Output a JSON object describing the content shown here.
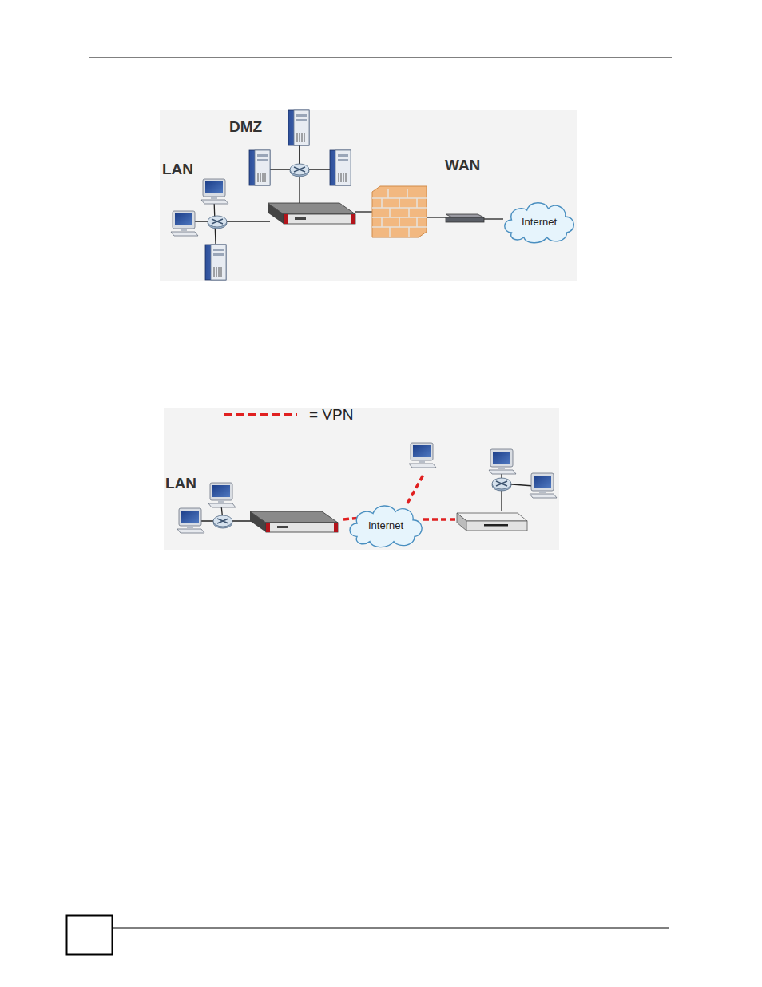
{
  "diagram": {
    "nodes": [
      {
        "text": [
          "Internet"
        ]
      },
      {
        "text": [
          "Internet"
        ]
      }
    ],
    "labels": [
      "DMZ",
      "LAN",
      "WAN",
      "LAN"
    ],
    "legend": [
      {
        "text": "= VPN"
      }
    ]
  }
}
